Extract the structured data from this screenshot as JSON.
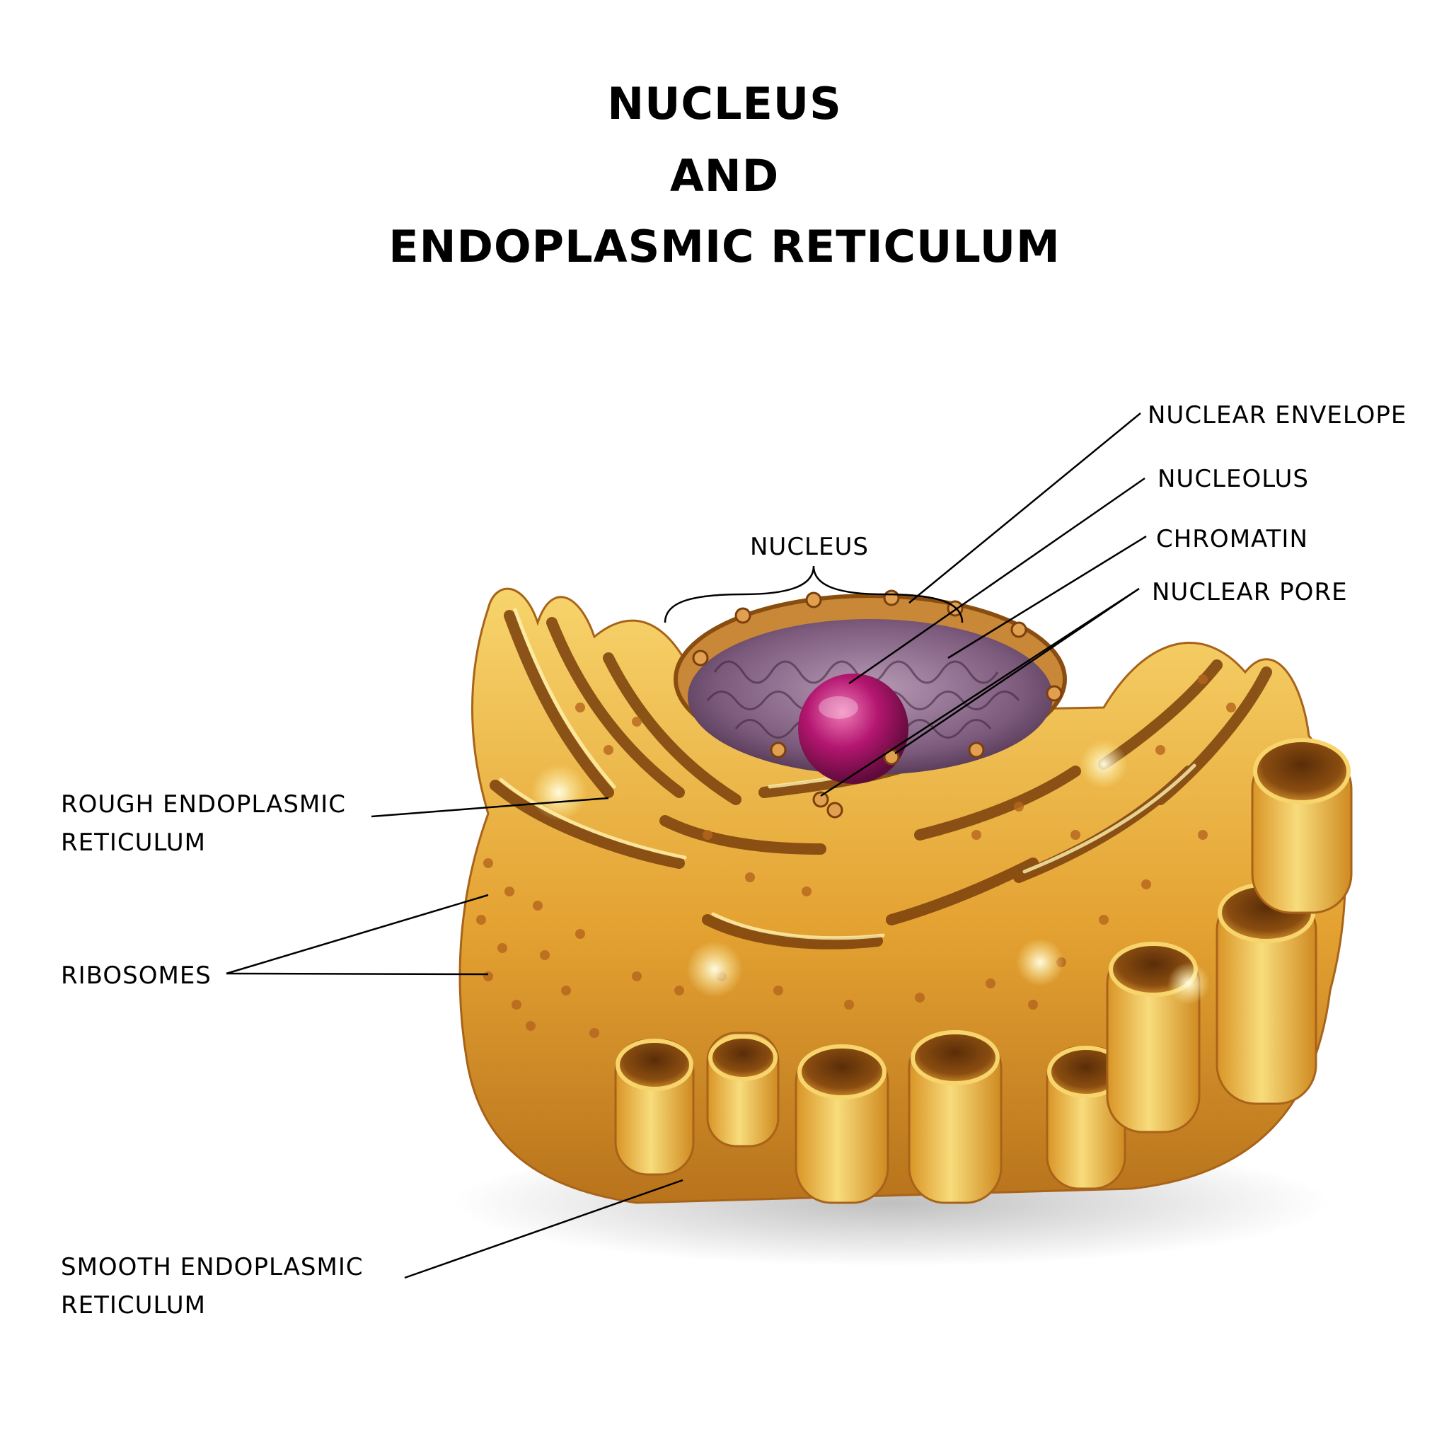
{
  "title": {
    "line1": "NUCLEUS",
    "line2": "AND",
    "line3": "ENDOPLASMIC RETICULUM"
  },
  "labels": {
    "nuclear_envelope": "NUCLEAR ENVELOPE",
    "nucleolus": "NUCLEOLUS",
    "chromatin": "CHROMATIN",
    "nuclear_pore": "NUCLEAR PORE",
    "nucleus": "NUCLEUS",
    "rough_er": [
      "ROUGH ENDOPLASMIC",
      "RETICULUM"
    ],
    "ribosomes": "RIBOSOMES",
    "smooth_er": [
      "SMOOTH ENDOPLASMIC",
      "RETICULUM"
    ]
  },
  "colors": {
    "er_gold": "#e8a93a",
    "er_light": "#f6d36a",
    "er_dark": "#8a4d10",
    "nucleus_inner": "#7a5a7a",
    "nucleolus": "#b0166e",
    "ribosome": "#b5651d",
    "leader_line": "#000000"
  }
}
